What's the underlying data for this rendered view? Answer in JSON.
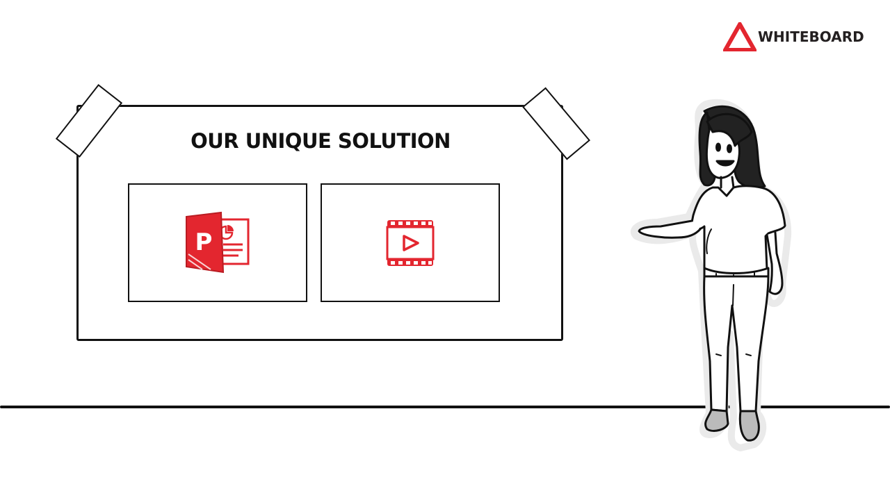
{
  "brand": {
    "name": "WHITEBOARD",
    "accent": "#e3262f",
    "logo_icon": "triangle-logo-icon"
  },
  "board": {
    "title": "OUR UNIQUE SOLUTION",
    "cards": [
      {
        "icon": "powerpoint-icon",
        "glyph": "P"
      },
      {
        "icon": "video-play-icon"
      }
    ]
  },
  "colors": {
    "ink": "#111111",
    "accent": "#e3262f",
    "background": "#ffffff"
  },
  "illustration": {
    "figure": "presenter-woman-illustration"
  }
}
